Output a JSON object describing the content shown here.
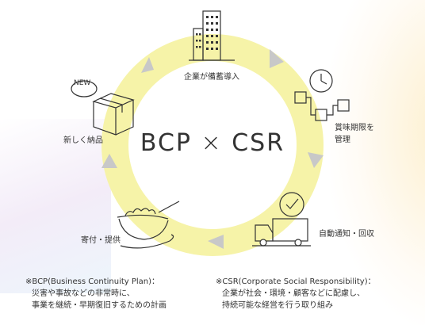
{
  "center": {
    "left": "BCP",
    "symbol": "×",
    "right": "CSR"
  },
  "nodes": {
    "top": "企業が備蓄導入",
    "right_top_line1": "賞味期限を",
    "right_top_line2": "管理",
    "right_bottom": "自動通知・回収",
    "left_bottom": "寄付・提供",
    "left_top": "新しく納品",
    "new_badge": "NEW"
  },
  "footnotes": {
    "bcp_title": "※BCP(Business Continuity Plan)：",
    "bcp_line1": "災害や事故などの非常時に、",
    "bcp_line2": "事業を継続・早期復旧するための計画",
    "csr_title": "※CSR(Corporate Social Responsibility)：",
    "csr_line1": "企業が社会・環境・顧客などに配慮し、",
    "csr_line2": "持続可能な経営を行う取り組み"
  },
  "colors": {
    "ring": "#f6f3a8",
    "arrow": "#c8c8c8",
    "icon": "#333333"
  }
}
